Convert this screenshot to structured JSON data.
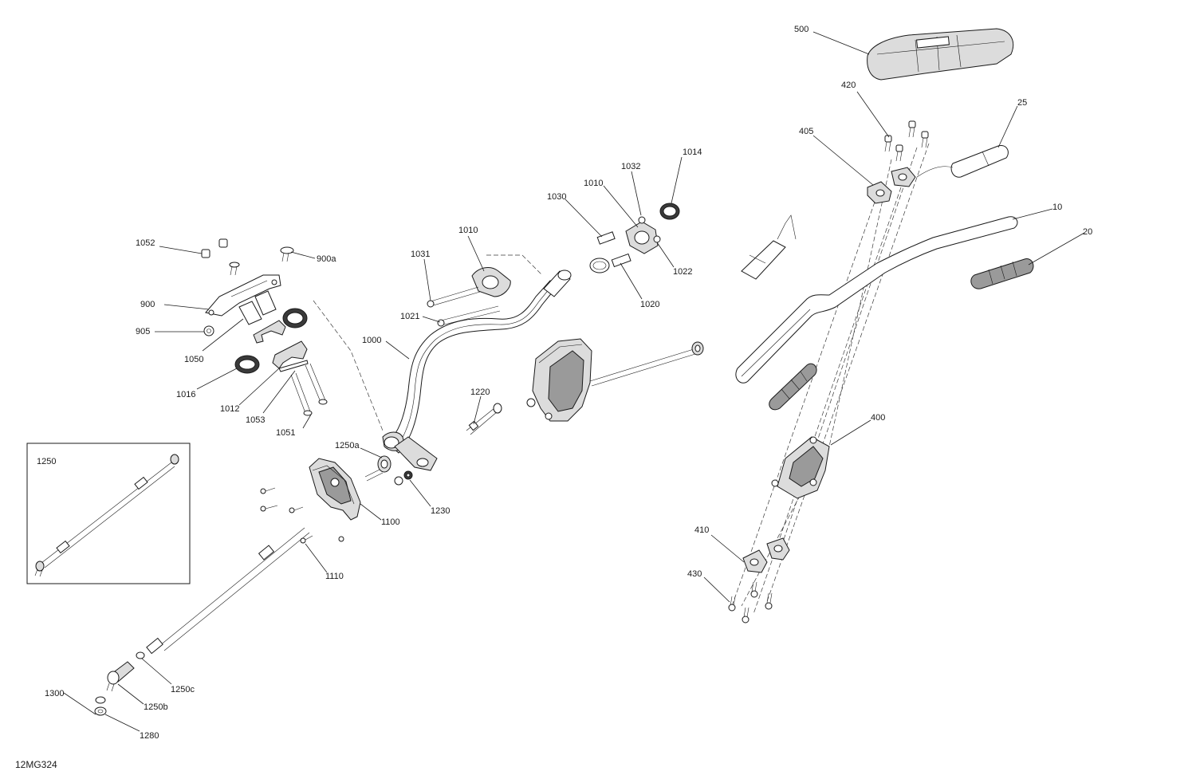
{
  "drawing_id": "12MG324",
  "inset_label": "1250",
  "callouts": [
    {
      "id": "c500",
      "label": "500"
    },
    {
      "id": "c420",
      "label": "420"
    },
    {
      "id": "c25",
      "label": "25"
    },
    {
      "id": "c405",
      "label": "405"
    },
    {
      "id": "c1014",
      "label": "1014"
    },
    {
      "id": "c1032",
      "label": "1032"
    },
    {
      "id": "c1010a",
      "label": "1010"
    },
    {
      "id": "c1030",
      "label": "1030"
    },
    {
      "id": "c10",
      "label": "10"
    },
    {
      "id": "c20",
      "label": "20"
    },
    {
      "id": "c1010b",
      "label": "1010"
    },
    {
      "id": "c1031",
      "label": "1031"
    },
    {
      "id": "c1022",
      "label": "1022"
    },
    {
      "id": "c1052",
      "label": "1052"
    },
    {
      "id": "c900a",
      "label": "900a"
    },
    {
      "id": "c900",
      "label": "900"
    },
    {
      "id": "c1020",
      "label": "1020"
    },
    {
      "id": "c1021",
      "label": "1021"
    },
    {
      "id": "c905",
      "label": "905"
    },
    {
      "id": "c1000",
      "label": "1000"
    },
    {
      "id": "c1050",
      "label": "1050"
    },
    {
      "id": "c1016",
      "label": "1016"
    },
    {
      "id": "c1220",
      "label": "1220"
    },
    {
      "id": "c1012",
      "label": "1012"
    },
    {
      "id": "c1053",
      "label": "1053"
    },
    {
      "id": "c1051",
      "label": "1051"
    },
    {
      "id": "c400",
      "label": "400"
    },
    {
      "id": "c1250a",
      "label": "1250a"
    },
    {
      "id": "c1230",
      "label": "1230"
    },
    {
      "id": "c1100",
      "label": "1100"
    },
    {
      "id": "c410",
      "label": "410"
    },
    {
      "id": "c1110",
      "label": "1110"
    },
    {
      "id": "c430",
      "label": "430"
    },
    {
      "id": "c1250c",
      "label": "1250c"
    },
    {
      "id": "c1300",
      "label": "1300"
    },
    {
      "id": "c1250b",
      "label": "1250b"
    },
    {
      "id": "c1280",
      "label": "1280"
    }
  ]
}
